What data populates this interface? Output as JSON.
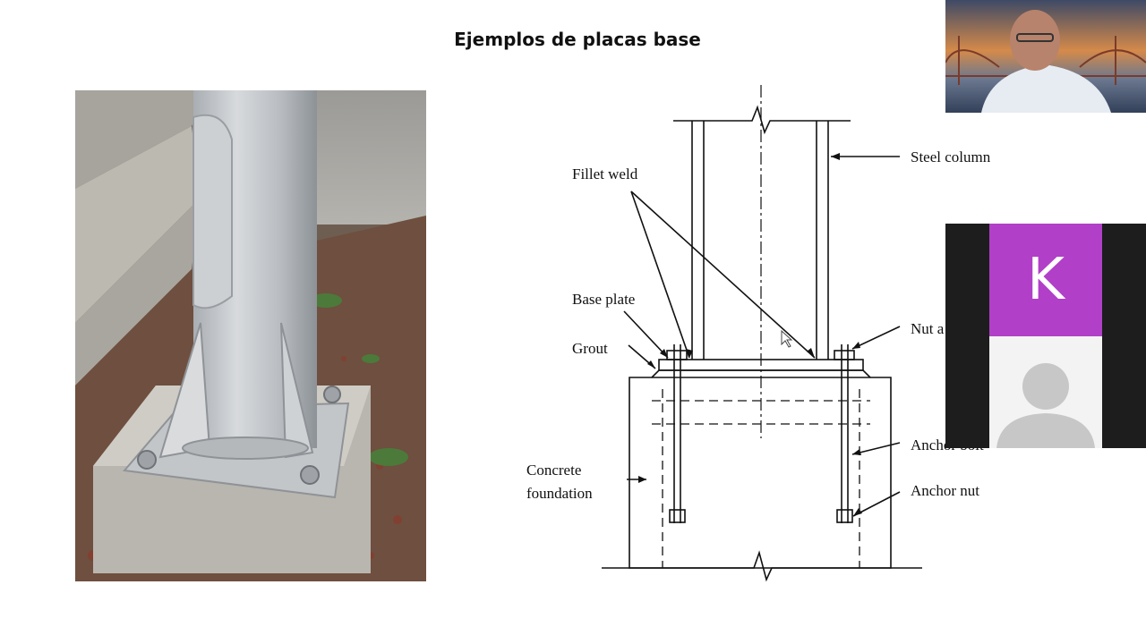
{
  "slide": {
    "title": "Ejemplos de placas base"
  },
  "photo": {
    "description_icon": "base-plate-photo"
  },
  "diagram": {
    "labels": {
      "fillet_weld": "Fillet weld",
      "steel_column": "Steel column",
      "base_plate": "Base plate",
      "grout": "Grout",
      "nut": "Nut a",
      "anchor_bolt": "Anchor bolt",
      "concrete_foundation_line1": "Concrete",
      "concrete_foundation_line2": "foundation",
      "anchor_nut": "Anchor nut"
    }
  },
  "participants": {
    "presenter_cam": {
      "icon": "presenter-video"
    },
    "tile": {
      "initial": "K",
      "accent": "#b13fc8",
      "icon": "default-avatar-icon"
    }
  }
}
